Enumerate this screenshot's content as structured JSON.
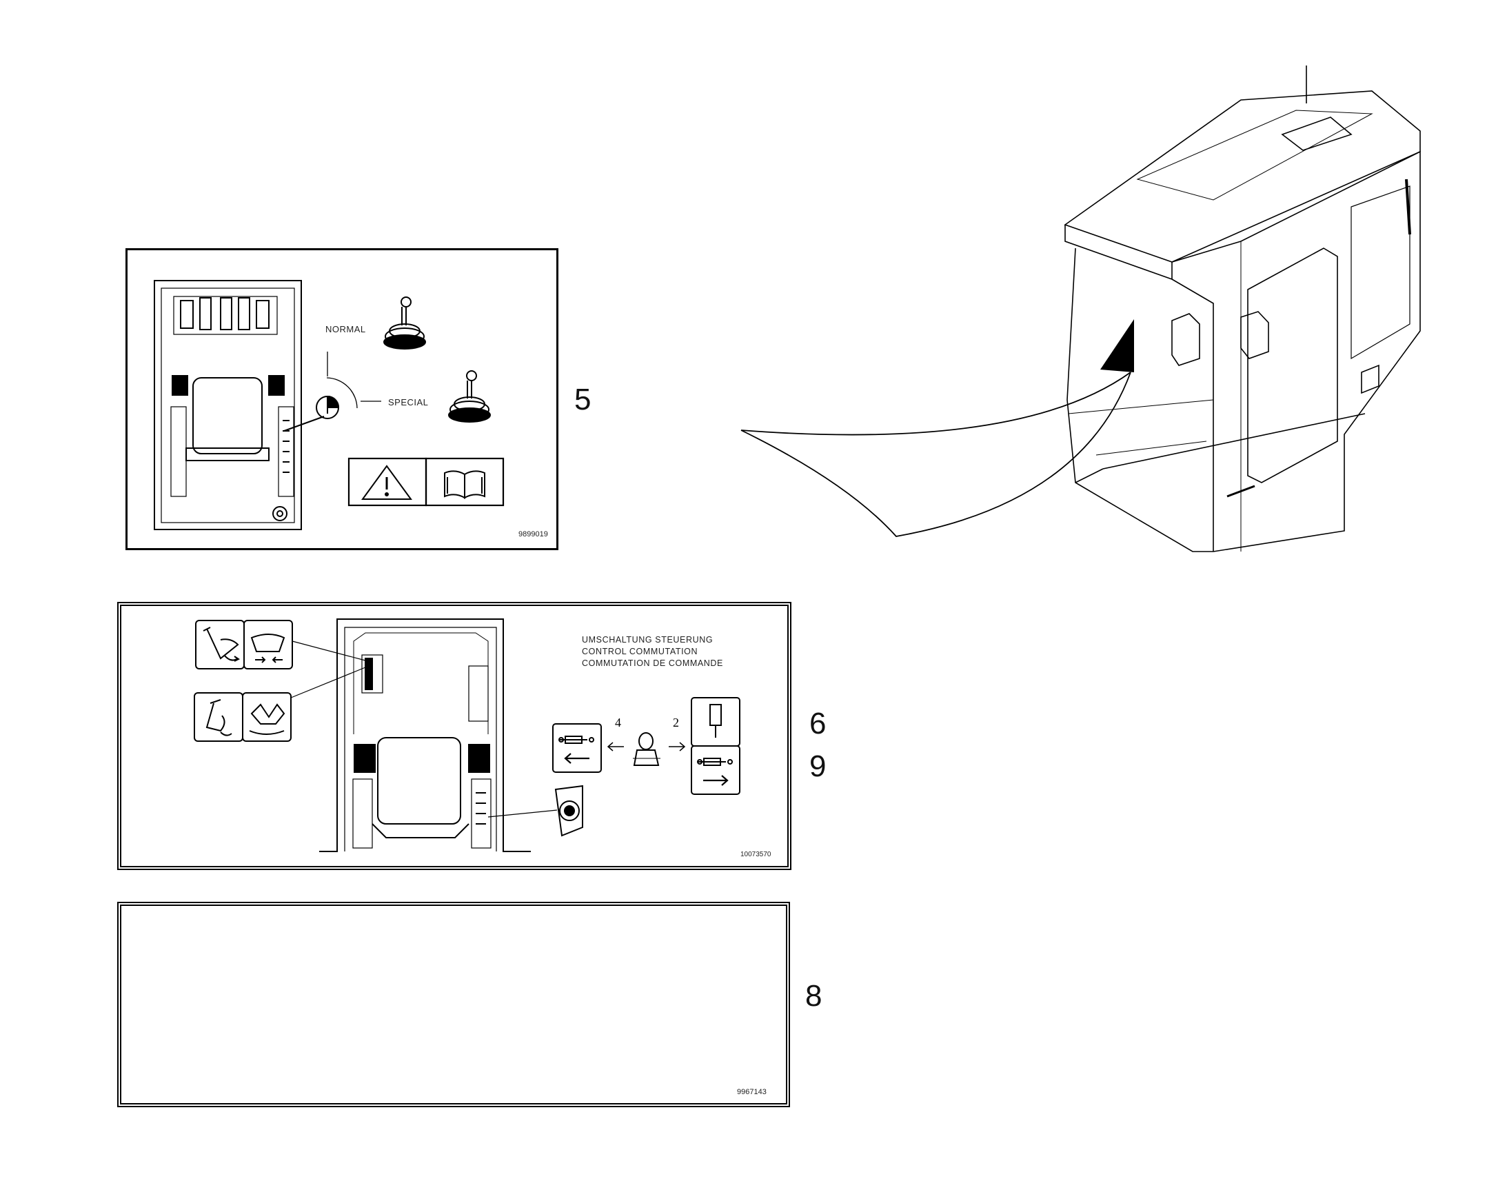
{
  "callouts": {
    "c5": "5",
    "c6": "6",
    "c9": "9",
    "c8": "8"
  },
  "panel5": {
    "normal_label": "NORMAL",
    "special_label": "SPECIAL",
    "part_number": "9899019"
  },
  "panel6": {
    "title_de": "UMSCHALTUNG STEUERUNG",
    "title_en": "CONTROL COMMUTATION",
    "title_fr": "COMMUTATION DE COMMANDE",
    "arrow_left_num": "4",
    "arrow_right_num": "2",
    "part_number": "10073570"
  },
  "panel8": {
    "part_number": "9967143"
  }
}
